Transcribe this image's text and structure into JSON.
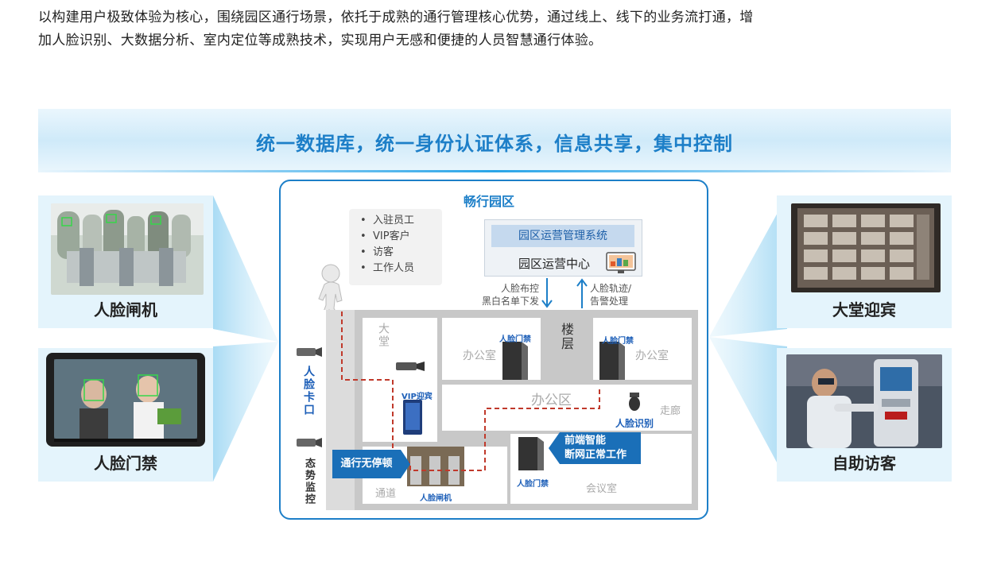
{
  "intro": {
    "line1": "以构建用户极致体验为核心，围绕园区通行场景，依托于成熟的通行管理核心优势，通过线上、线下的业务流打通，增",
    "line2": "加人脸识别、大数据分析、室内定位等成熟技术，实现用户无感和便捷的人员智慧通行体验。"
  },
  "banner": {
    "title": "统一数据库，统一身份认证体系，信息共享，集中控制"
  },
  "left_cards": [
    {
      "label": "人脸闸机"
    },
    {
      "label": "人脸门禁"
    }
  ],
  "right_cards": [
    {
      "label": "大堂迎宾"
    },
    {
      "label": "自助访客"
    }
  ],
  "diagram": {
    "title": "畅行园区",
    "people": [
      "入驻员工",
      "VIP客户",
      "访客",
      "工作人员"
    ],
    "system": {
      "title": "园区运营管理系统",
      "center": "园区运营中心"
    },
    "down_flow": {
      "line1": "人脸布控",
      "line2": "黑白名单下发"
    },
    "up_flow": {
      "line1": "人脸轨迹/",
      "line2": "告警处理"
    },
    "left_strip": {
      "face_checkpoint": "人脸卡口",
      "situation": "态势监控"
    },
    "rooms": {
      "lobby": "大堂",
      "office_a": "办公室",
      "office_b": "办公室",
      "floor": "楼层",
      "office_area": "办公区",
      "corridor": "走廊",
      "meeting": "会议室",
      "passage": "通道"
    },
    "labels": {
      "face_door_1": "人脸门禁",
      "face_door_2": "人脸门禁",
      "face_door_3": "人脸门禁",
      "vip": "VIP迎宾",
      "face_recognition": "人脸识别",
      "gate": "人脸闸机"
    },
    "callouts": {
      "nonstop": "通行无停顿",
      "edge_line1": "前端智能",
      "edge_line2": "断网正常工作"
    }
  },
  "colors": {
    "brand": "#1d7fc8",
    "dark_blue": "#1a6fb8",
    "dashed": "#c0392b",
    "panel_bg": "#e4f4fc"
  }
}
